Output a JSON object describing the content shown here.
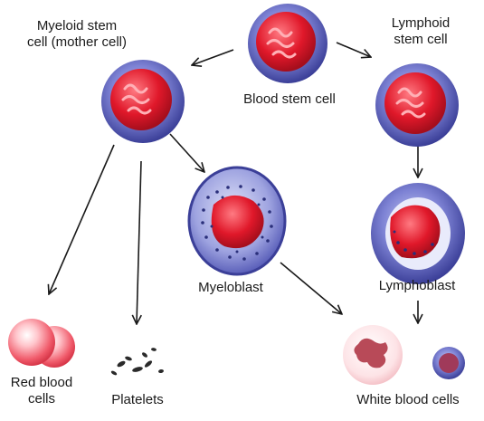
{
  "diagram": {
    "nodes": {
      "blood_stem_cell": {
        "label": "Blood stem cell"
      },
      "myeloid_stem_cell": {
        "label_line1": "Myeloid stem",
        "label_line2": "cell (mother cell)"
      },
      "lymphoid_stem_cell": {
        "label_line1": "Lymphoid",
        "label_line2": "stem cell"
      },
      "myeloblast": {
        "label": "Myeloblast"
      },
      "lymphoblast": {
        "label": "Lymphoblast"
      },
      "red_blood_cells": {
        "label_line1": "Red blood",
        "label_line2": "cells"
      },
      "platelets": {
        "label": "Platelets"
      },
      "white_blood_cells": {
        "label": "White blood cells"
      }
    },
    "edges": [
      {
        "from": "blood_stem_cell",
        "to": "myeloid_stem_cell"
      },
      {
        "from": "blood_stem_cell",
        "to": "lymphoid_stem_cell"
      },
      {
        "from": "myeloid_stem_cell",
        "to": "red_blood_cells"
      },
      {
        "from": "myeloid_stem_cell",
        "to": "platelets"
      },
      {
        "from": "myeloid_stem_cell",
        "to": "myeloblast"
      },
      {
        "from": "myeloblast",
        "to": "white_blood_cells"
      },
      {
        "from": "lymphoid_stem_cell",
        "to": "lymphoblast"
      },
      {
        "from": "lymphoblast",
        "to": "white_blood_cells"
      }
    ],
    "colors": {
      "membrane": "#4a4fb0",
      "nucleus": "#e0182a",
      "granules": "#2a2f7a",
      "red_cell": "#f05a6a",
      "arrow": "#1a1a1a"
    }
  }
}
